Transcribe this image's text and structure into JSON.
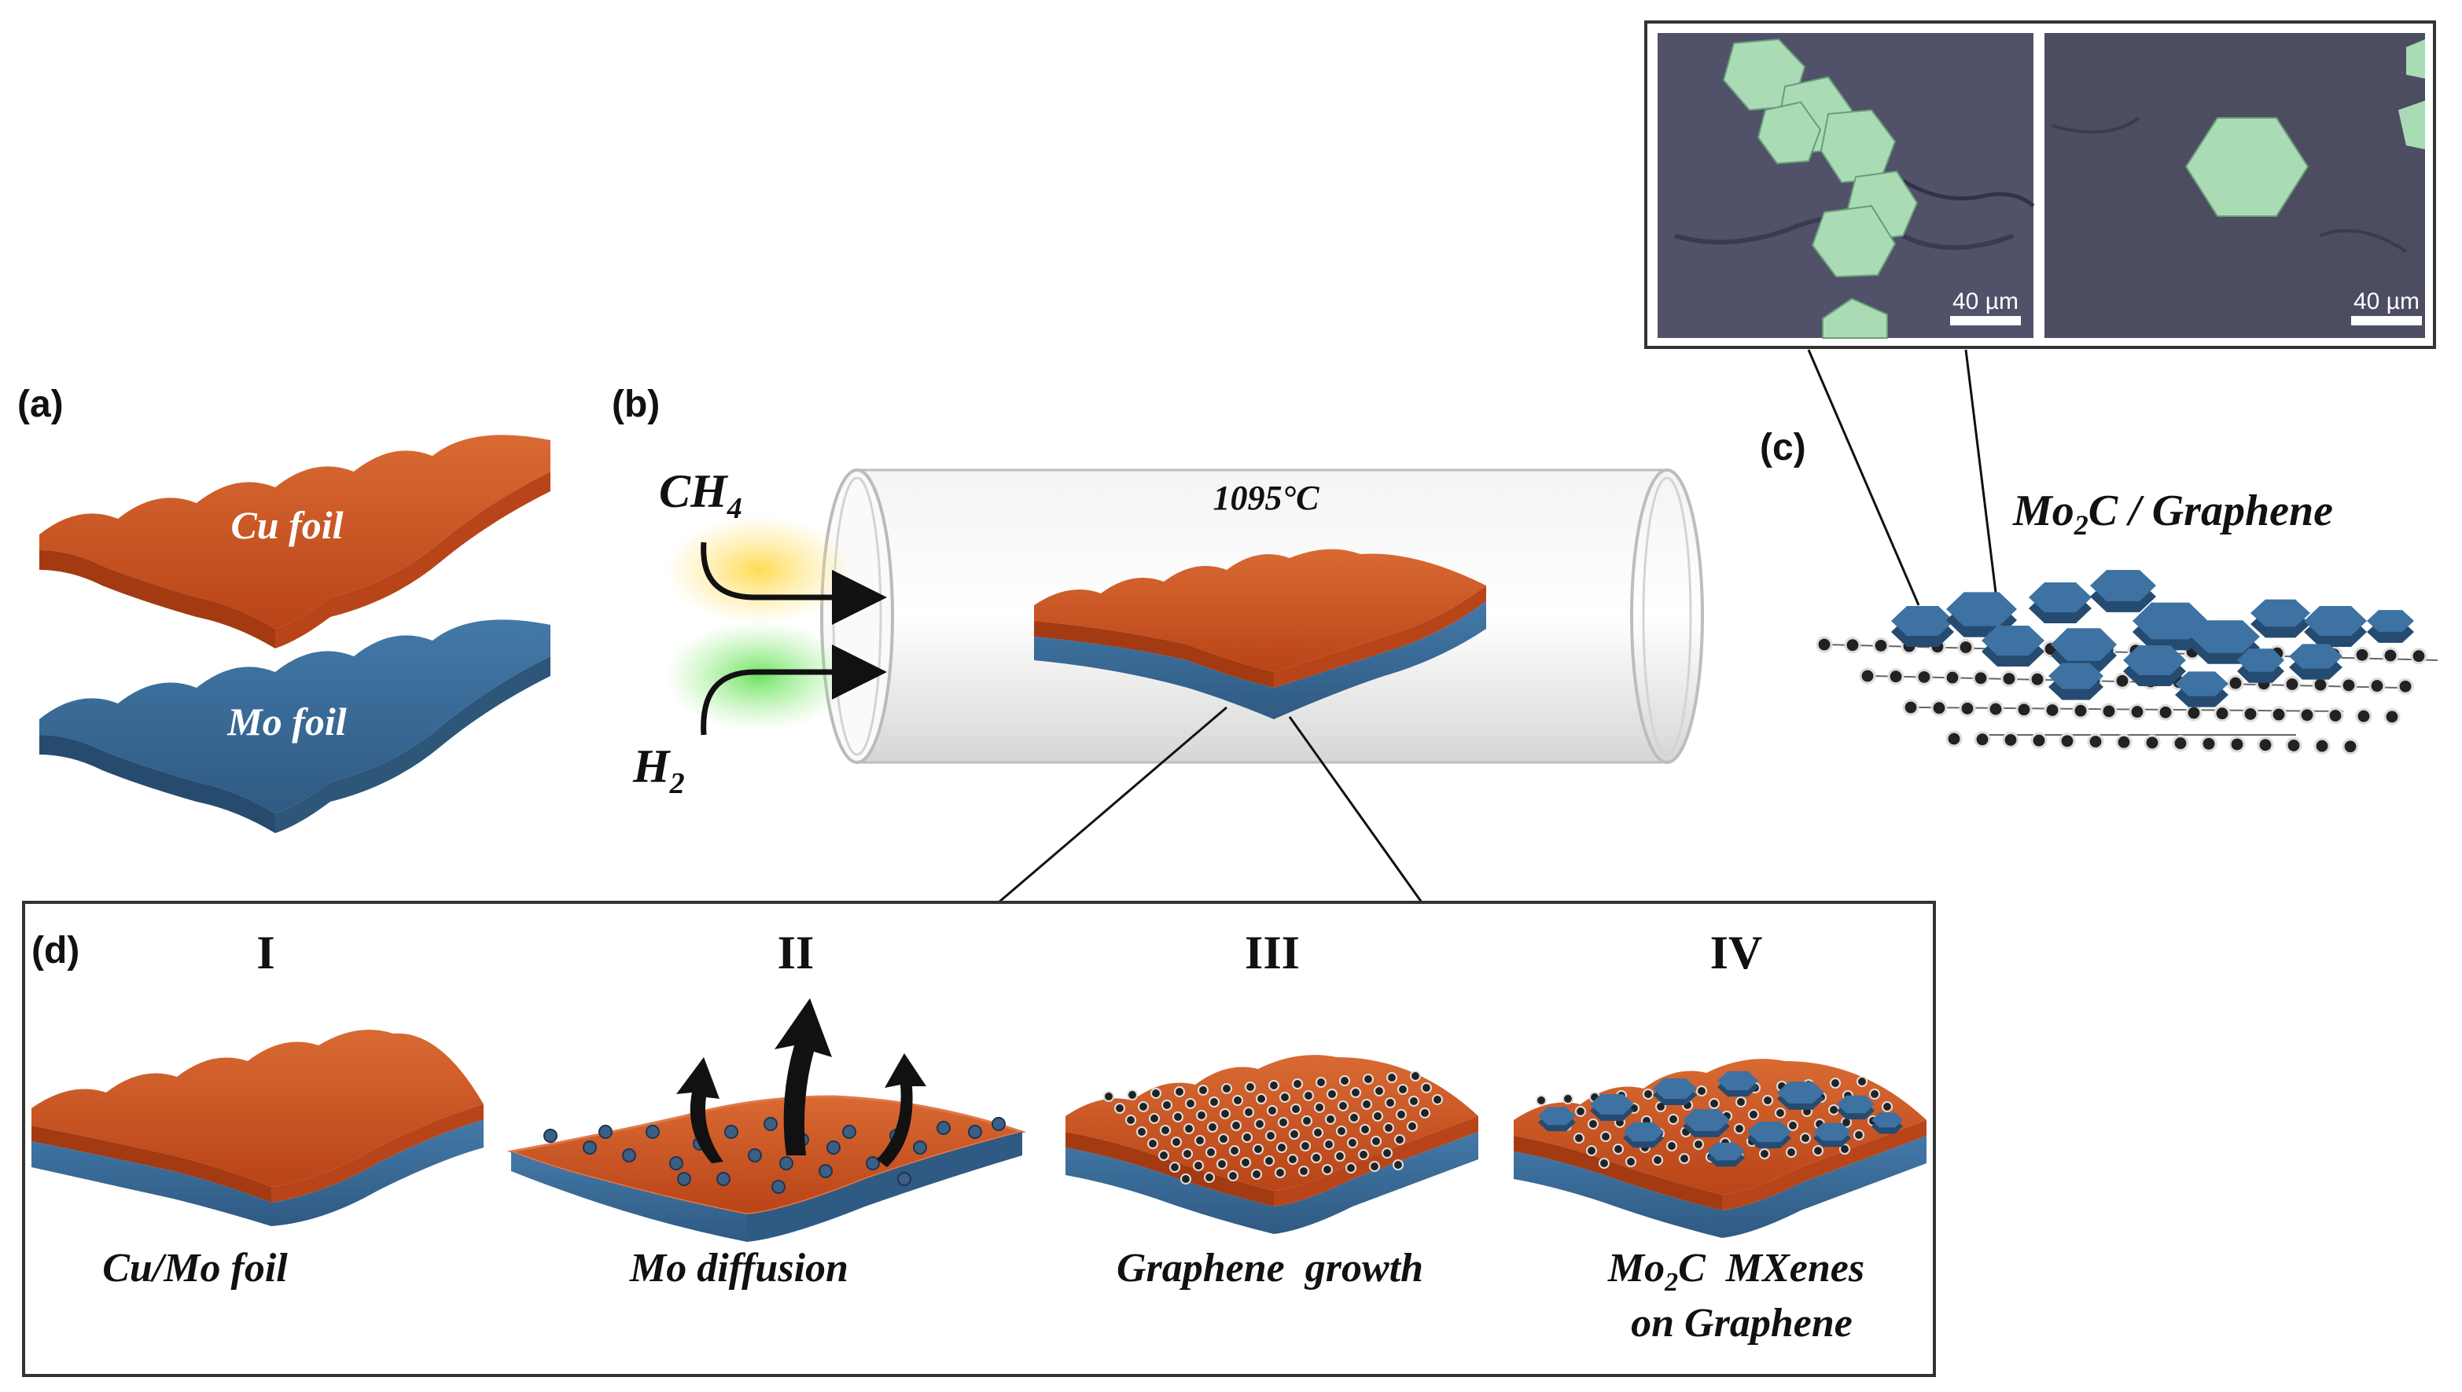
{
  "panels": {
    "a": {
      "label": "(a)",
      "cu_foil": "Cu foil",
      "mo_foil": "Mo foil"
    },
    "b": {
      "label": "(b)",
      "gas_1": "CH",
      "gas_1_sub": "4",
      "gas_2": "H",
      "gas_2_sub": "2",
      "temperature": "1095°C"
    },
    "c": {
      "label": "(c)",
      "title_pre": "Mo",
      "title_sub": "2",
      "title_post": "C / Graphene"
    },
    "micrographs": {
      "scale_left": "40 µm",
      "scale_right": "40 µm"
    },
    "d": {
      "label": "(d)",
      "steps": [
        {
          "numeral": "I",
          "caption": "Cu/Mo foil"
        },
        {
          "numeral": "II",
          "caption": "Mo diffusion"
        },
        {
          "numeral": "III",
          "caption": "Graphene  growth"
        },
        {
          "numeral": "IV",
          "caption_pre": "Mo",
          "caption_sub": "2",
          "caption_post": "C  MXenes",
          "caption_line2": "on Graphene"
        }
      ]
    }
  },
  "colors": {
    "copper": "#c8501f",
    "copper_light": "#d9642c",
    "molybdenum": "#3a6a96",
    "molybdenum_dark": "#2f5880",
    "flake": "#3d72a3",
    "micrograph_bg": "#4f4f63",
    "crystal": "#a8dcb2"
  }
}
